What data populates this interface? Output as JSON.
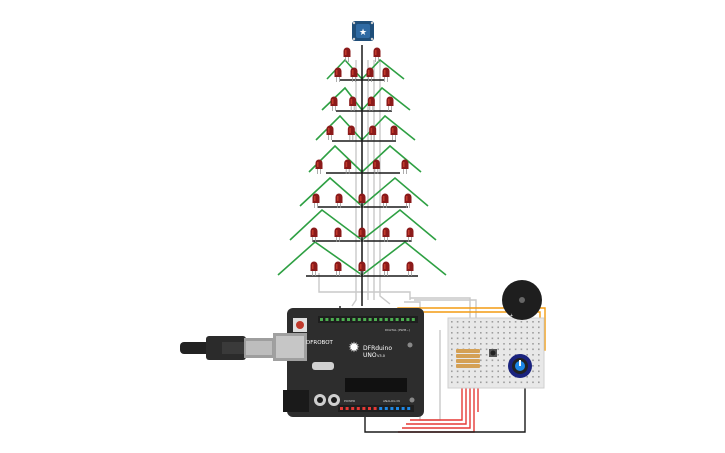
{
  "board": {
    "brand": "DFROBOT",
    "name": "DFRduino",
    "model": "UNO",
    "version": "V3.0",
    "digital_label": "DIGITAL (PWM~)",
    "analog_label": "ANALOG IN",
    "power_label": "POWER"
  },
  "tree": {
    "led_rows": [
      2,
      4,
      4,
      4,
      4,
      5,
      5,
      5
    ],
    "colors": {
      "branch": "#2ea043",
      "led": "#8b1a1a",
      "led_highlight": "#c0392b"
    }
  },
  "star": {
    "label": "★"
  },
  "components": {
    "buzzer": "piezo-buzzer",
    "potentiometer": "potentiometer",
    "resistors": 4
  },
  "colors": {
    "board": "#2d2d2d",
    "header": "#1e1e1e",
    "wire_red": "#e53935",
    "wire_black": "#1a1a1a",
    "wire_orange": "#f39c12",
    "wire_gray": "#bdbdbd",
    "breadboard": "#e8e8e8"
  }
}
